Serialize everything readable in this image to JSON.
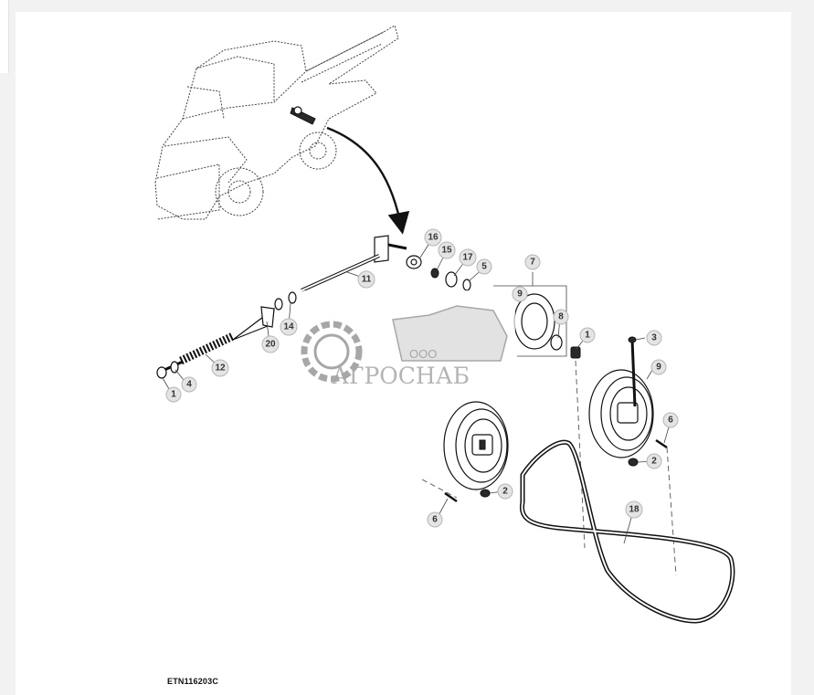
{
  "figure": {
    "code": "ETN116203C"
  },
  "watermark": {
    "company_prefix": "ООО",
    "company_name": "АГРОСНАБ"
  },
  "callouts": [
    {
      "id": "c1a",
      "label": "1"
    },
    {
      "id": "c1b",
      "label": "1"
    },
    {
      "id": "c2a",
      "label": "2"
    },
    {
      "id": "c2b",
      "label": "2"
    },
    {
      "id": "c3",
      "label": "3"
    },
    {
      "id": "c4",
      "label": "4"
    },
    {
      "id": "c5",
      "label": "5"
    },
    {
      "id": "c6a",
      "label": "6"
    },
    {
      "id": "c6b",
      "label": "6"
    },
    {
      "id": "c7",
      "label": "7"
    },
    {
      "id": "c8",
      "label": "8"
    },
    {
      "id": "c9a",
      "label": "9"
    },
    {
      "id": "c9b",
      "label": "9"
    },
    {
      "id": "c11",
      "label": "11"
    },
    {
      "id": "c12",
      "label": "12"
    },
    {
      "id": "c14",
      "label": "14"
    },
    {
      "id": "c15",
      "label": "15"
    },
    {
      "id": "c16",
      "label": "16"
    },
    {
      "id": "c17",
      "label": "17"
    },
    {
      "id": "c18",
      "label": "18"
    },
    {
      "id": "c20",
      "label": "20"
    }
  ],
  "colors": {
    "background": "#f2f2f2",
    "sheet": "#ffffff",
    "callout_fill": "#e4e4e4",
    "line": "#111111",
    "watermark": "#8a8a8a"
  }
}
